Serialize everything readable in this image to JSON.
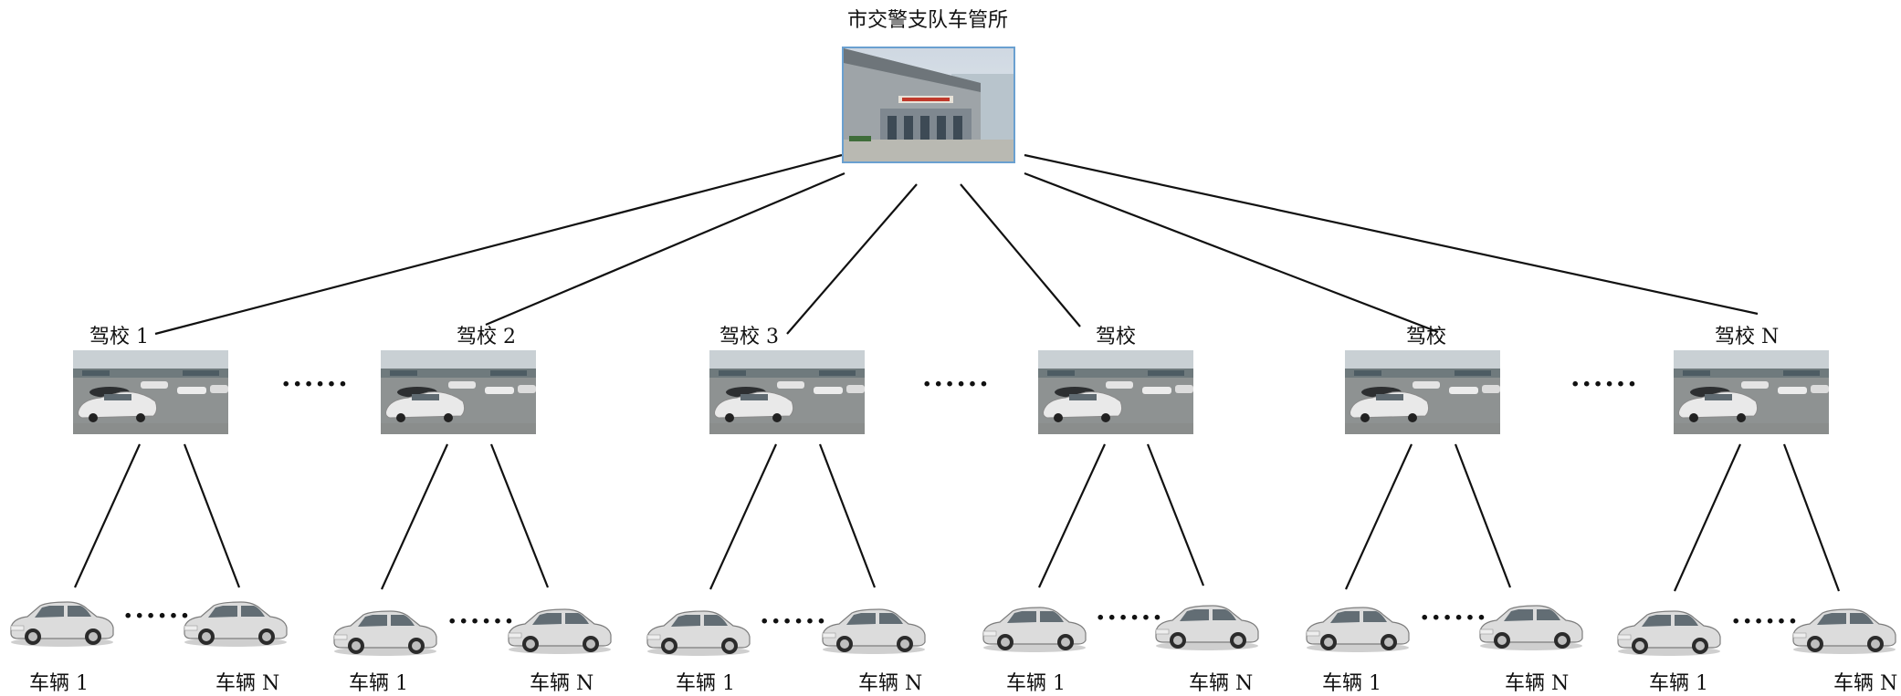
{
  "root": {
    "label": "市交警支队车管所",
    "image": "building-photo"
  },
  "schools": [
    {
      "label": "驾校 1",
      "image": "parking-lot-photo",
      "vehicle_first": "车辆 1",
      "vehicle_last": "车辆 N"
    },
    {
      "label": "驾校 2",
      "image": "parking-lot-photo",
      "vehicle_first": "车辆 1",
      "vehicle_last": "车辆 N"
    },
    {
      "label": "驾校 3",
      "image": "parking-lot-photo",
      "vehicle_first": "车辆 1",
      "vehicle_last": "车辆 N"
    },
    {
      "label": "驾校",
      "image": "parking-lot-photo",
      "vehicle_first": "车辆 1",
      "vehicle_last": "车辆 N"
    },
    {
      "label": "驾校",
      "image": "parking-lot-photo",
      "vehicle_first": "车辆 1",
      "vehicle_last": "车辆 N"
    },
    {
      "label": "驾校 N",
      "image": "parking-lot-photo",
      "vehicle_first": "车辆 1",
      "vehicle_last": "车辆 N"
    }
  ],
  "school_separator": "......",
  "vehicle_separator": "......",
  "icons": {
    "vehicle": "car-icon"
  }
}
